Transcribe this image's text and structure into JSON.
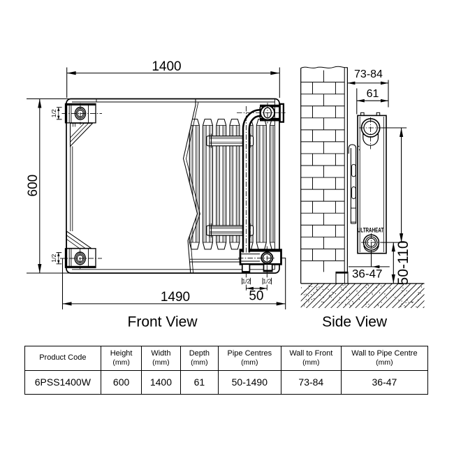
{
  "front_view": {
    "label": "Front View",
    "dim_width": "1400",
    "dim_height": "600",
    "dim_pipe_max": "1490",
    "dim_pipe_min": "50",
    "conn_tl": "1/2",
    "conn_bl": "1/2",
    "conn_left": "1/2",
    "conn_right": "1/2"
  },
  "side_view": {
    "label": "Side View",
    "dim_wall_to_front": "73-84",
    "dim_depth": "61",
    "dim_pipe_height": "50-110",
    "dim_wall_to_pipe": "36-47",
    "brand": "ULTRAHEAT"
  },
  "table": {
    "columns": [
      {
        "title": "Product Code",
        "unit": ""
      },
      {
        "title": "Height",
        "unit": "(mm)"
      },
      {
        "title": "Width",
        "unit": "(mm)"
      },
      {
        "title": "Depth",
        "unit": "(mm)"
      },
      {
        "title": "Pipe Centres",
        "unit": "(mm)"
      },
      {
        "title": "Wall to Front",
        "unit": "(mm)"
      },
      {
        "title": "Wall to Pipe Centre",
        "unit": "(mm)"
      }
    ],
    "rows": [
      [
        "6PSS1400W",
        "600",
        "1400",
        "61",
        "50-1490",
        "73-84",
        "36-47"
      ]
    ]
  },
  "colors": {
    "line": "#000000",
    "background": "#ffffff",
    "fin_shade": "#c6c6c6"
  }
}
